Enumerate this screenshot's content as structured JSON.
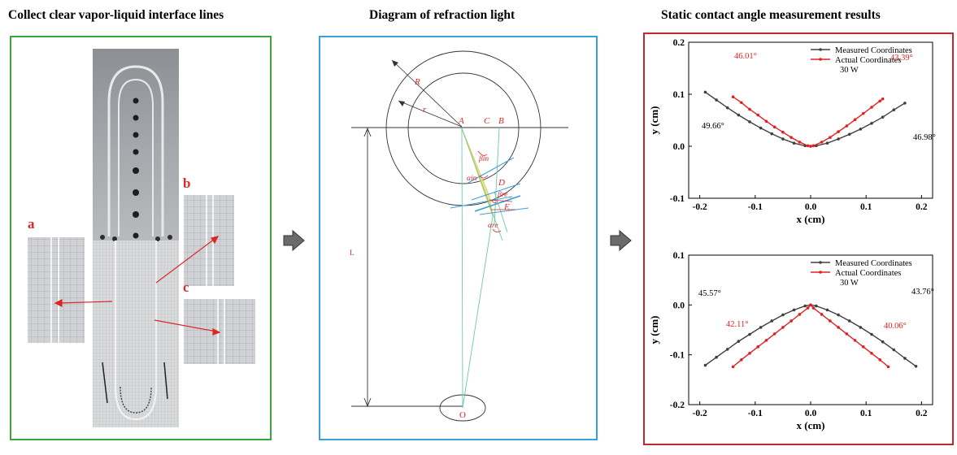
{
  "panels": {
    "left": {
      "title": "Collect clear vapor-liquid interface lines",
      "labels": [
        "a",
        "b",
        "c"
      ],
      "border_color": "#3aa63a"
    },
    "middle": {
      "title": "Diagram of refraction light",
      "border_color": "#3aa0d8",
      "labels": {
        "R": "R",
        "r": "r",
        "A": "A",
        "C": "C",
        "B": "B",
        "beta_in": "βin",
        "alpha_in": "αin",
        "D": "D",
        "beta_re": "βre",
        "E": "E",
        "alpha_re": "αre",
        "L": "L",
        "O": "O"
      }
    },
    "right": {
      "title": "Static contact angle measurement results",
      "border_color": "#c0282d"
    }
  },
  "colors": {
    "measured": "#404040",
    "actual": "#e02020",
    "arrow_fill": "#6b6b6b"
  },
  "chart_data": [
    {
      "type": "line",
      "xlabel": "x (cm)",
      "ylabel": "y (cm)",
      "xlim": [
        -0.22,
        0.22
      ],
      "ylim": [
        -0.1,
        0.2
      ],
      "xticks": [
        -0.2,
        -0.1,
        0.0,
        0.1,
        0.2
      ],
      "xtick_labels": [
        "-0.2",
        "-0.1",
        "0.0",
        "0.1",
        "0.2"
      ],
      "yticks": [
        -0.1,
        0.0,
        0.1,
        0.2
      ],
      "ytick_labels": [
        "-0.1",
        "0.0",
        "0.1",
        "0.2"
      ],
      "legend": [
        "Measured Coordinates",
        "Actual Coordinates",
        "30 W"
      ],
      "legend_position": "top-right",
      "series": [
        {
          "name": "Measured Coordinates",
          "color": "#404040",
          "x": [
            -0.19,
            -0.17,
            -0.15,
            -0.13,
            -0.11,
            -0.09,
            -0.07,
            -0.05,
            -0.03,
            -0.01,
            0.0,
            0.01,
            0.03,
            0.05,
            0.07,
            0.09,
            0.11,
            0.13,
            0.15,
            0.17
          ],
          "y": [
            0.104,
            0.089,
            0.074,
            0.06,
            0.047,
            0.035,
            0.024,
            0.014,
            0.006,
            0.001,
            0.0,
            0.001,
            0.006,
            0.014,
            0.023,
            0.033,
            0.044,
            0.056,
            0.07,
            0.083
          ]
        },
        {
          "name": "Actual Coordinates",
          "color": "#e02020",
          "x": [
            -0.14,
            -0.125,
            -0.11,
            -0.095,
            -0.08,
            -0.065,
            -0.05,
            -0.035,
            -0.02,
            -0.005,
            0.0,
            0.005,
            0.02,
            0.035,
            0.05,
            0.065,
            0.08,
            0.095,
            0.11,
            0.125,
            0.13
          ],
          "y": [
            0.095,
            0.084,
            0.071,
            0.06,
            0.048,
            0.037,
            0.027,
            0.017,
            0.008,
            0.001,
            0.0,
            0.001,
            0.008,
            0.017,
            0.028,
            0.039,
            0.051,
            0.063,
            0.075,
            0.087,
            0.091
          ]
        }
      ],
      "annotations": [
        "49.66°",
        "46.01°",
        "43.39°",
        "46.98°"
      ]
    },
    {
      "type": "line",
      "xlabel": "x (cm)",
      "ylabel": "y (cm)",
      "xlim": [
        -0.22,
        0.22
      ],
      "ylim": [
        -0.2,
        0.1
      ],
      "xticks": [
        -0.2,
        -0.1,
        0.0,
        0.1,
        0.2
      ],
      "xtick_labels": [
        "-0.2",
        "-0.1",
        "0.0",
        "0.1",
        "0.2"
      ],
      "yticks": [
        -0.2,
        -0.1,
        0.0,
        0.1
      ],
      "ytick_labels": [
        "-0.2",
        "-0.1",
        "0.0",
        "0.1"
      ],
      "legend": [
        "Measured Coordinates",
        "Actual Coordinates",
        "30 W"
      ],
      "legend_position": "top-right",
      "series": [
        {
          "name": "Measured Coordinates",
          "color": "#404040",
          "x": [
            -0.19,
            -0.17,
            -0.15,
            -0.13,
            -0.11,
            -0.09,
            -0.07,
            -0.05,
            -0.03,
            -0.01,
            0.0,
            0.01,
            0.03,
            0.05,
            0.07,
            0.09,
            0.11,
            0.13,
            0.15,
            0.17,
            0.19
          ],
          "y": [
            -0.121,
            -0.105,
            -0.089,
            -0.073,
            -0.059,
            -0.045,
            -0.032,
            -0.02,
            -0.01,
            -0.002,
            0.0,
            -0.002,
            -0.01,
            -0.02,
            -0.032,
            -0.045,
            -0.059,
            -0.074,
            -0.09,
            -0.107,
            -0.123
          ]
        },
        {
          "name": "Actual Coordinates",
          "color": "#e02020",
          "x": [
            -0.14,
            -0.125,
            -0.11,
            -0.095,
            -0.08,
            -0.065,
            -0.05,
            -0.035,
            -0.02,
            -0.005,
            0.0,
            0.005,
            0.02,
            0.035,
            0.05,
            0.065,
            0.08,
            0.095,
            0.11,
            0.125,
            0.14
          ],
          "y": [
            -0.124,
            -0.11,
            -0.097,
            -0.084,
            -0.071,
            -0.058,
            -0.045,
            -0.032,
            -0.019,
            -0.006,
            0.0,
            -0.006,
            -0.019,
            -0.032,
            -0.045,
            -0.058,
            -0.071,
            -0.084,
            -0.097,
            -0.11,
            -0.124
          ]
        }
      ],
      "annotations": [
        "45.57°",
        "42.11°",
        "40.06°",
        "43.76°"
      ]
    }
  ]
}
